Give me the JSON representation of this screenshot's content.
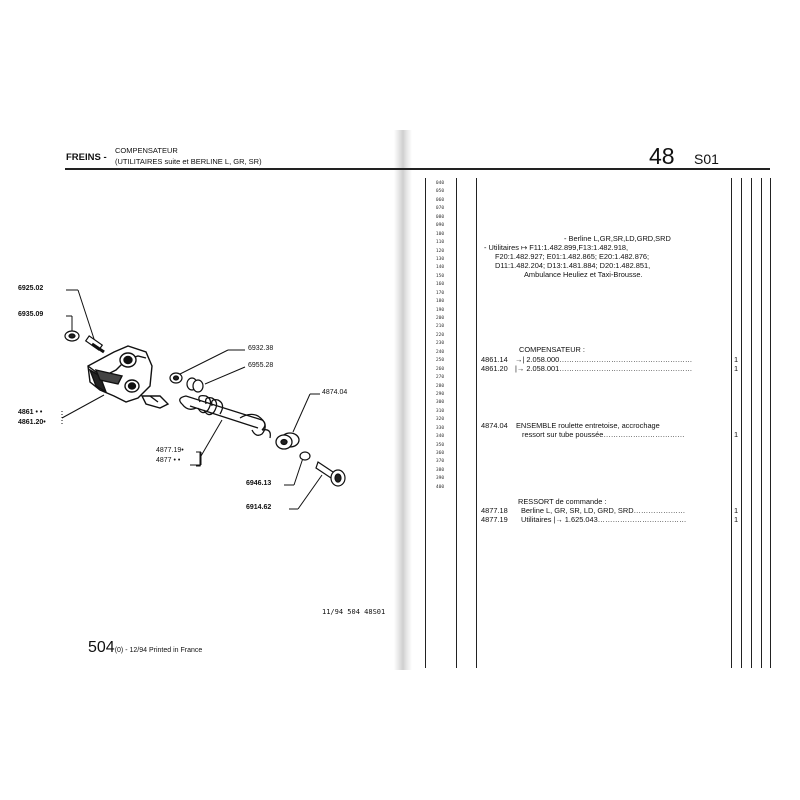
{
  "header": {
    "section": "FREINS -",
    "subtitle_line1": "COMPENSATEUR",
    "subtitle_line2": "(UTILITAIRES  suite  et BERLINE L, GR, SR)",
    "page_number": "48",
    "page_code": "S01"
  },
  "diagram": {
    "labels": {
      "l6925": "6925.02",
      "l6935": "6935.09",
      "l4861": "4861 • •",
      "l486120": "4861.20•",
      "l6932": "6932.38",
      "l6955": "6955.28",
      "l4874": "4874.04",
      "l487719": "4877.19•",
      "l4877": "4877 • •",
      "l6946": "6946.13",
      "l6914": "6914.62"
    }
  },
  "footer": {
    "ref": "11/94  504  48S01",
    "page_main": "504",
    "page_suffix": "(0)",
    "printed": " - 12/94 Printed in France"
  },
  "row_labels": [
    "040",
    "050",
    "060",
    "070",
    "080",
    "090",
    "100",
    "110",
    "120",
    "130",
    "140",
    "150",
    "160",
    "170",
    "180",
    "190",
    "200",
    "210",
    "220",
    "230",
    "240",
    "250",
    "260",
    "270",
    "280",
    "290",
    "300",
    "310",
    "320",
    "330",
    "340",
    "350",
    "360",
    "370",
    "380",
    "390",
    "400"
  ],
  "entries": {
    "b1": "- Berline L,GR,SR,LD,GRD,SRD",
    "b2": "- Utilitaires ↦ F11:1.482.899,F13:1.482.918,",
    "b3": "F20:1.482.927; E01:1.482.865; E20:1.482.876;",
    "b4": "D11:1.482.204; D13:1.481.884; D20:1.482.851,",
    "b5": "Ambulance Heuliez et Taxi-Brousse.",
    "comp_title": "COMPENSATEUR :",
    "c1_ref": "4861.14",
    "c1_text": "→| 2.058.000………………………………………………",
    "c1_qty": "1",
    "c2_ref": "4861.20",
    "c2_text": "|→ 2.058.001………………………………………………",
    "c2_qty": "1",
    "e_ref": "4874.04",
    "e_text1": "ENSEMBLE roulette entretoise, accrochage",
    "e_text2": "ressort sur tube poussée……………………………",
    "e_qty": "1",
    "r_title": "RESSORT de commande :",
    "r1_ref": "4877.18",
    "r1_text": "Berline L, GR, SR, LD, GRD, SRD…………………",
    "r1_qty": "1",
    "r2_ref": "4877.19",
    "r2_text": "Utilitaires |→ 1.625.043………………………………",
    "r2_qty": "1"
  }
}
